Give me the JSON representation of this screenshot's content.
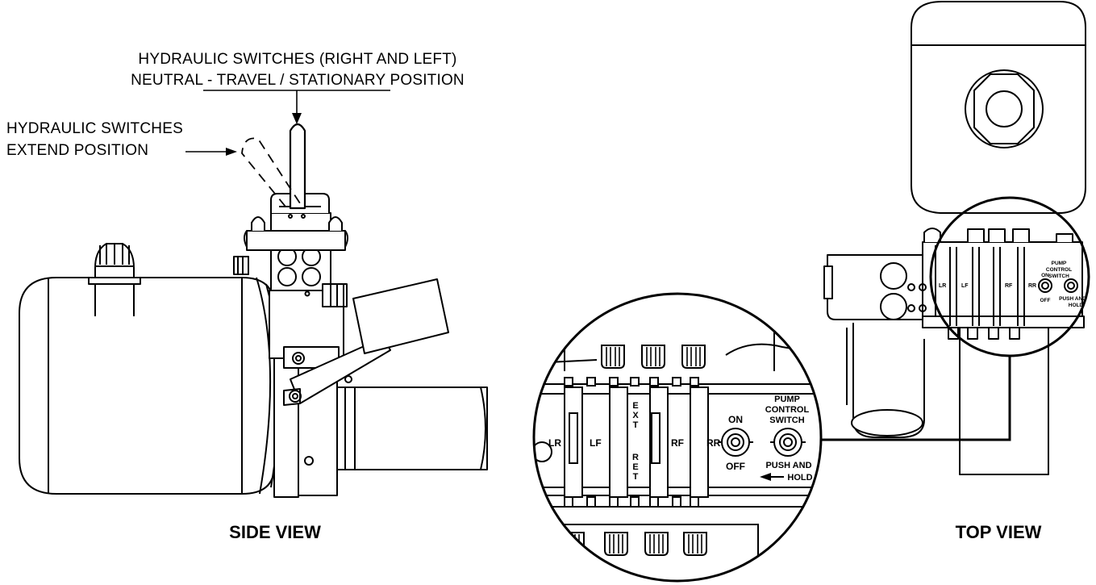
{
  "callouts": {
    "neutral_line1": "HYDRAULIC SWITCHES (RIGHT AND LEFT)",
    "neutral_line2": "NEUTRAL - TRAVEL / STATIONARY POSITION",
    "extend_line1": "HYDRAULIC SWITCHES",
    "extend_line2": "EXTEND POSITION"
  },
  "views": {
    "side": "SIDE VIEW",
    "top": "TOP VIEW"
  },
  "detail": {
    "lr": "LR",
    "lf": "LF",
    "ext": [
      "E",
      "X",
      "T"
    ],
    "ret": [
      "R",
      "E",
      "T"
    ],
    "rf": "RF",
    "rr": "RR",
    "on": "ON",
    "off": "OFF",
    "pump_line1": "PUMP",
    "pump_line2": "CONTROL",
    "pump_line3": "SWITCH",
    "push_line1": "PUSH AND",
    "push_line2": "HOLD"
  }
}
